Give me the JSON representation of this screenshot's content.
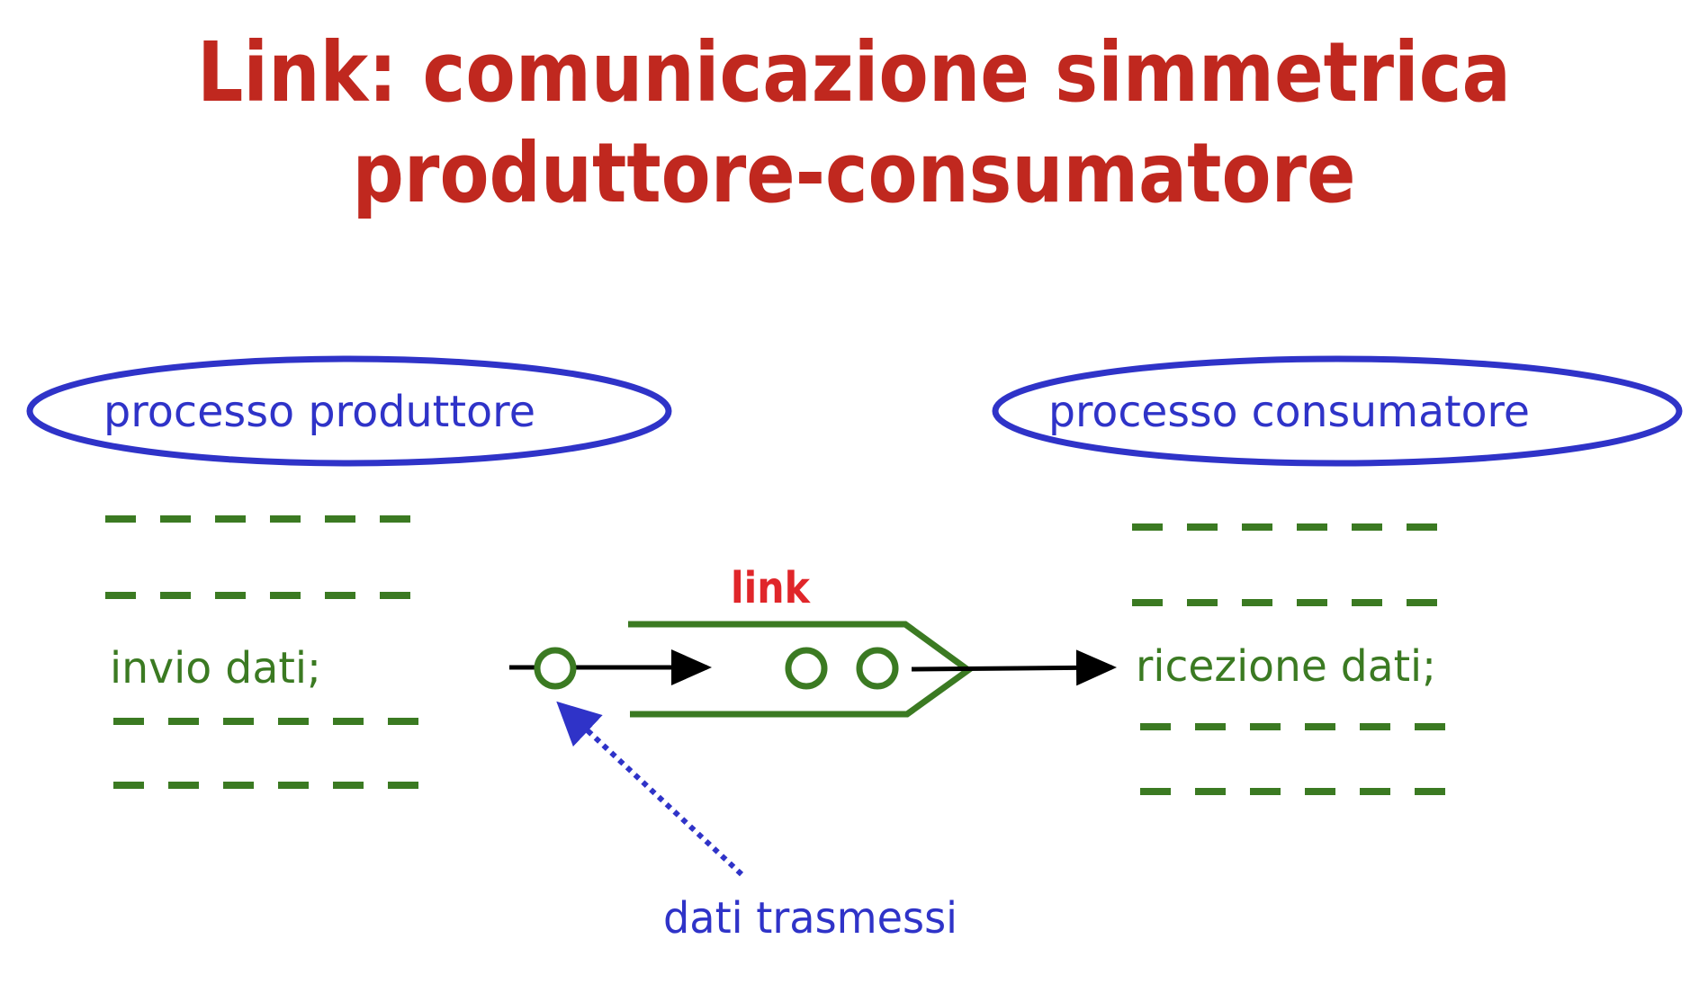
{
  "title": {
    "line1": "Link: comunicazione simmetrica",
    "line2": "produttore-consumatore"
  },
  "producer": {
    "label": "processo produttore",
    "statement": "invio dati;"
  },
  "consumer": {
    "label": "processo consumatore",
    "statement": "ricezione dati;"
  },
  "link": {
    "label": "link"
  },
  "caption": "dati trasmessi",
  "colors": {
    "title": "#c0281f",
    "process": "#2f33c8",
    "code": "#3b7a22",
    "link_label": "#e0262a",
    "arrow": "#000000"
  }
}
